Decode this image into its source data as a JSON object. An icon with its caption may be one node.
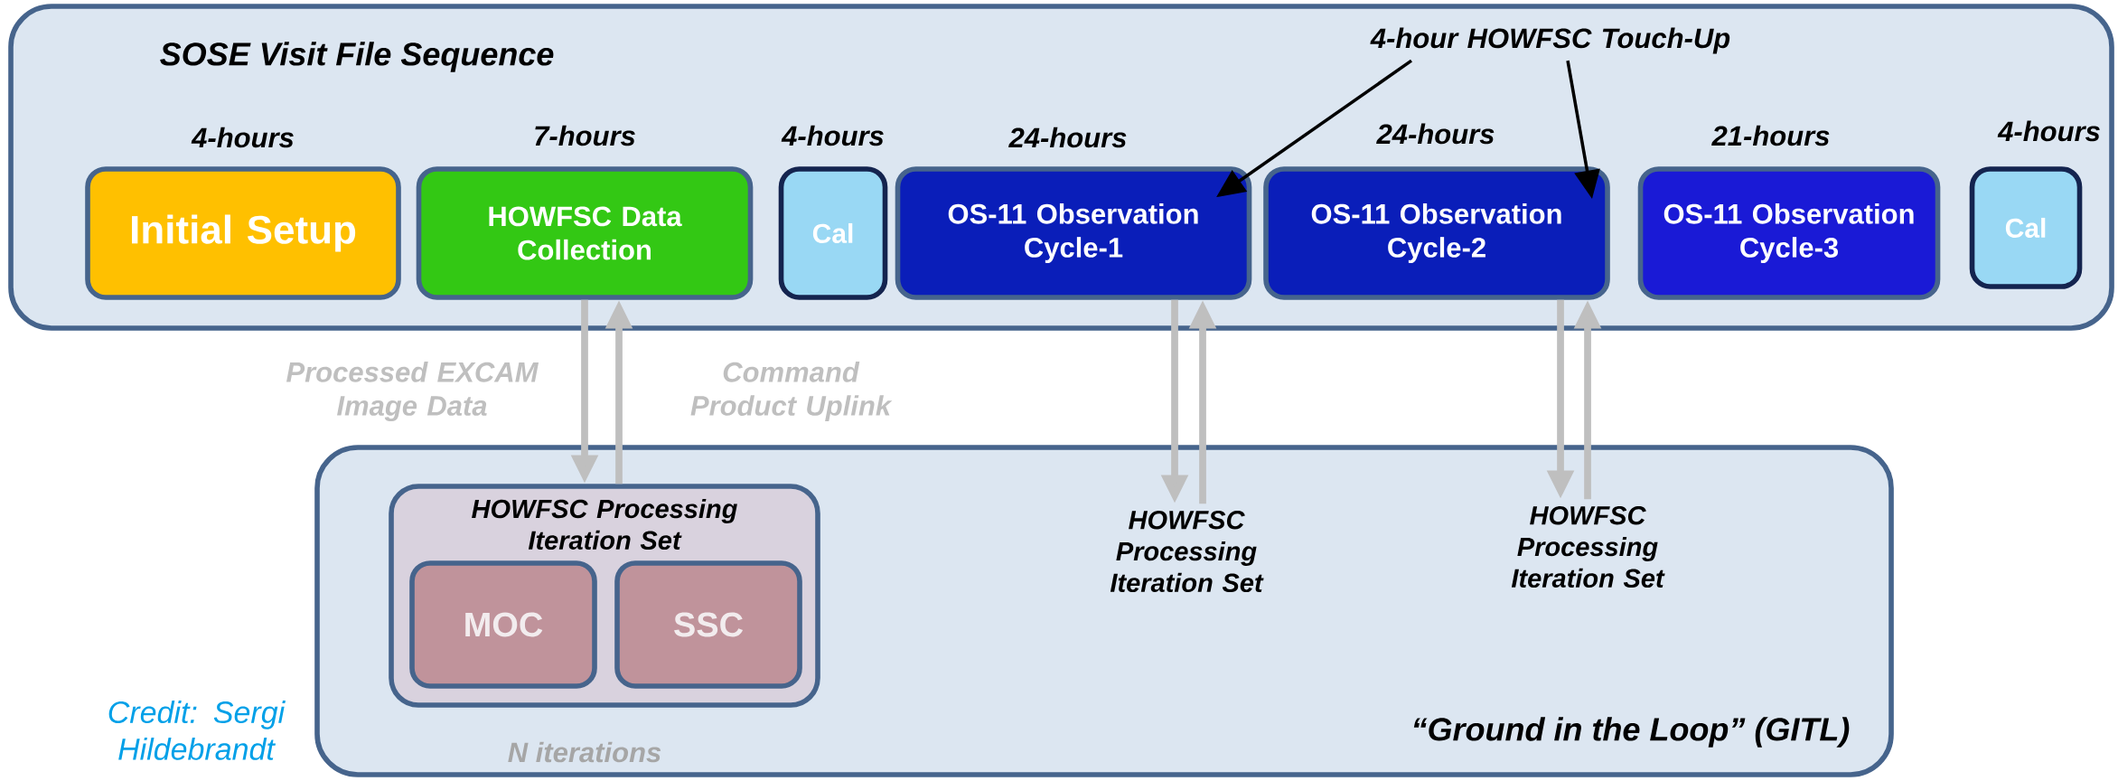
{
  "diagram": {
    "nodes": [
      {
        "text": [
          "SOSE Visit File Sequence"
        ]
      },
      {
        "text": [
          "Initial Setup"
        ],
        "in": 0,
        "beside": [
          "4-hours"
        ]
      },
      {
        "text": [
          "HOWFSC Data Collection"
        ],
        "in": 0,
        "beside": [
          "7-hours"
        ]
      },
      {
        "text": [
          "Cal"
        ],
        "in": 0,
        "beside": [
          "4-hours"
        ]
      },
      {
        "text": [
          "OS-11 Observation Cycle-1"
        ],
        "in": 0,
        "beside": [
          "24-hours"
        ]
      },
      {
        "text": [
          "OS-11 Observation Cycle-2"
        ],
        "in": 0,
        "beside": [
          "24-hours"
        ]
      },
      {
        "text": [
          "OS-11 Observation Cycle-3"
        ],
        "in": 0,
        "beside": [
          "21-hours"
        ]
      },
      {
        "text": [
          "Cal"
        ],
        "in": 0,
        "beside": [
          "4-hours"
        ]
      },
      {
        "text": [
          "4-hour HOWFSC Touch-Up"
        ],
        "in": 0
      },
      {
        "text": [
          "“Ground in the Loop” (GITL)"
        ]
      },
      {
        "text": [
          "HOWFSC Processing Iteration Set"
        ],
        "in": 9,
        "beside": [
          "N iterations"
        ]
      },
      {
        "text": [
          "MOC"
        ],
        "in": 10
      },
      {
        "text": [
          "SSC"
        ],
        "in": 10
      },
      {
        "text": [
          "HOWFSC Processing Iteration Set"
        ],
        "in": 9
      },
      {
        "text": [
          "HOWFSC Processing Iteration Set"
        ],
        "in": 9
      }
    ],
    "edges": [
      {
        "from": 2,
        "to": 10,
        "arrow": "to",
        "label": "Processed EXCAM Image Data"
      },
      {
        "from": 10,
        "to": 2,
        "arrow": "to",
        "label": "Command Product Uplink"
      },
      {
        "from": 4,
        "to": 13,
        "arrow": "to"
      },
      {
        "from": 13,
        "to": 4,
        "arrow": "to"
      },
      {
        "from": 5,
        "to": 14,
        "arrow": "to"
      },
      {
        "from": 14,
        "to": 5,
        "arrow": "to"
      },
      {
        "from": 8,
        "to": 4,
        "arrow": "to",
        "color": "#000000"
      },
      {
        "from": 8,
        "to": 5,
        "arrow": "to",
        "color": "#000000"
      }
    ],
    "labels": [
      "Credit: Sergi Hildebrandt"
    ]
  }
}
